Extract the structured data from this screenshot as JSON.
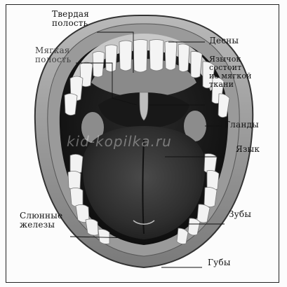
{
  "diagram": {
    "labels": {
      "hard_palate": "Твердая\nполость",
      "soft_palate": "Мягкая\nполость",
      "gums": "Десны",
      "uvula": "Язычок\nсостоит\nиз мягкой\nткани",
      "tonsils": "Гланды",
      "tongue": "Язык",
      "salivary_glands": "Слюнные\nжелезы",
      "teeth": "Зубы",
      "lips": "Губы"
    },
    "watermark": "kid-kopilka.ru"
  }
}
